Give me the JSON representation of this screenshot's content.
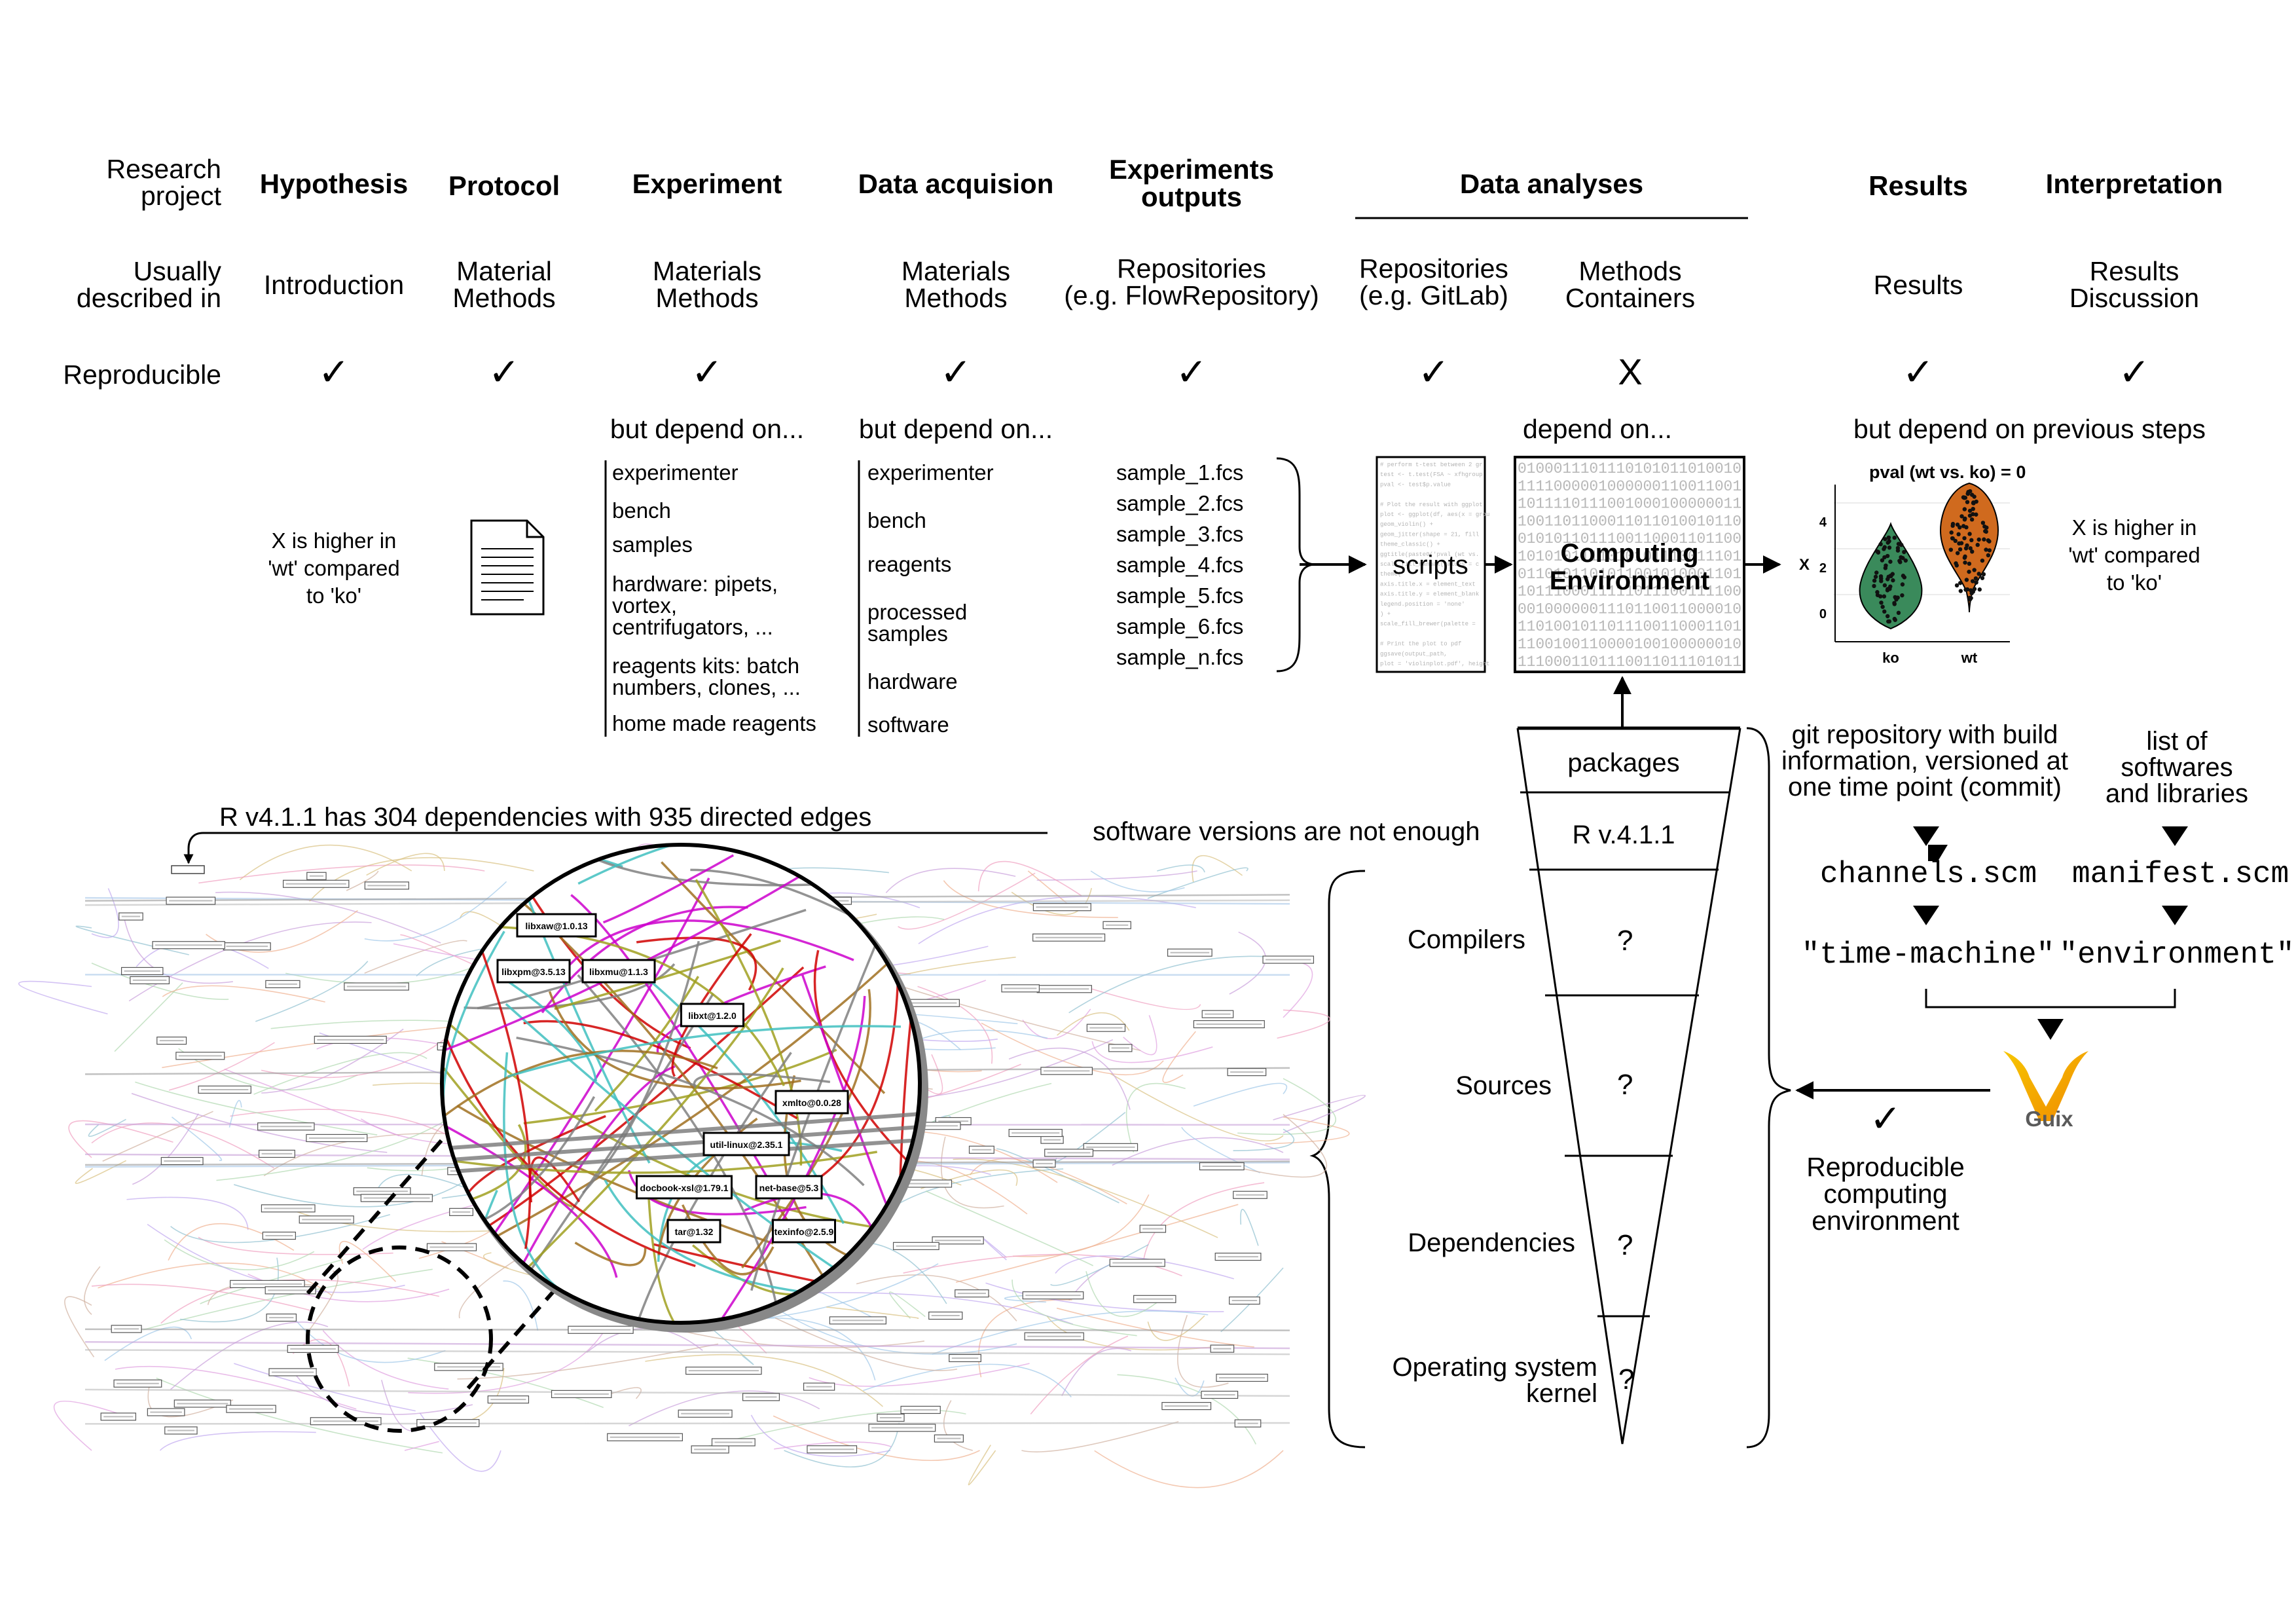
{
  "columns": {
    "row_label": "Research\nproject",
    "hypothesis": "Hypothesis",
    "protocol": "Protocol",
    "experiment": "Experiment",
    "data_acquisition": "Data acquision",
    "experiments_outputs": "Experiments\noutputs",
    "data_analyses": "Data analyses",
    "results": "Results",
    "interpretation": "Interpretation"
  },
  "described": {
    "row_label": "Usually\ndescribed in",
    "hypothesis": "Introduction",
    "protocol": "Material\nMethods",
    "experiment": "Materials\nMethods",
    "data_acquisition": "Materials\nMethods",
    "experiments_outputs": "Repositories\n(e.g. FlowRepository)",
    "analyses_scripts": "Repositories\n(e.g. GitLab)",
    "analyses_env": "Methods\nContainers",
    "results": "Results",
    "interpretation": "Results\nDiscussion"
  },
  "reproducible": {
    "row_label": "Reproducible",
    "check": "✓",
    "cross": "X"
  },
  "depend": {
    "experiment": "but depend on...",
    "data_acquisition": "but depend on...",
    "analyses": "depend on...",
    "results": "but depend on previous steps"
  },
  "experiment_items": [
    "experimenter",
    "bench",
    "samples",
    "hardware: pipets,\nvortex,\ncentrifugators, ...",
    "reagents kits: batch\nnumbers, clones, ...",
    "home made reagents"
  ],
  "acquisition_items": [
    "experimenter",
    "bench",
    "reagents",
    "processed\nsamples",
    "hardware",
    "software"
  ],
  "sample_files": [
    "sample_1.fcs",
    "sample_2.fcs",
    "sample_3.fcs",
    "sample_4.fcs",
    "sample_5.fcs",
    "sample_6.fcs",
    "sample_n.fcs"
  ],
  "hypothesis_text": "X is higher in\n'wt' compared\nto 'ko'",
  "interpretation_text": "X is higher in\n'wt' compared\nto 'ko'",
  "scripts_label": "scripts",
  "computing_env_label": "Computing\nEnvironment",
  "binary_lines": [
    "0100011101110101011010010",
    "1111000001000000110011001",
    "1011110111001000100000011",
    "1001101100011011010010110",
    "0101011011100110001101100",
    "1010101111010101110011101",
    "0110101101011001010001101",
    "1011100011111011100111100",
    "0010000001110110011000010",
    "1101001011011100110001101",
    "1100100110000100100000010",
    "1110001101110011011101011"
  ],
  "script_lines": [
    "# perform t-test between 2 gr",
    "test <- t.test(FSA ~ xfhgroup",
    "pval <- test$p.value",
    "",
    "# Plot the result with ggplot",
    "plot <- ggplot(df, aes(x = grou",
    "  geom_violin() +",
    "  geom_jitter(shape = 21, fill",
    "  theme_classic() +",
    "  ggtitle(paste0('pval (wt vs.",
    "  scale_fill_manual(values = c",
    "  theme(",
    "    axis.title.x = element_text",
    "    axis.title.y = element_blank",
    "    legend.position = 'none'",
    "  ) +",
    "  scale_fill_brewer(palette =",
    "",
    "# Print the plot to pdf",
    "ggsave(output_path,",
    "  plot = 'violinplot.pdf', height"
  ],
  "plot": {
    "title": "pval (wt vs. ko) = 0",
    "ylabel": "X",
    "yticks": [
      "4",
      "2",
      "0"
    ],
    "categories": [
      "ko",
      "wt"
    ],
    "colors": {
      "ko": "#3a8a5b",
      "wt": "#d06a1e"
    }
  },
  "funnel": {
    "packages": "packages",
    "r_version": "R v.4.1.1",
    "unknown": "?",
    "layers": [
      "Compilers",
      "Sources",
      "Dependencies",
      "Operating system\nkernel"
    ]
  },
  "graph_caption": "R v4.1.1 has 304 dependencies with 935 directed edges",
  "versions_note": "software versions are not enough",
  "zoom_nodes": [
    "libxaw@1.0.13",
    "libxpm@3.5.13",
    "libxmu@1.1.3",
    "libxt@1.2.0",
    "xmlto@0.0.28",
    "util-linux@2.35.1",
    "docbook-xsl@1.79.1",
    "net-base@5.3",
    "tar@1.32",
    "texinfo@2.5.9"
  ],
  "guix": {
    "git_info": "git repository with build\ninformation, versioned at\none time point (commit)",
    "list_info": "list of\nsoftwares\nand libraries",
    "channels_file": "channels.scm",
    "manifest_file": "manifest.scm",
    "time_machine": "\"time-machine\"",
    "environment": "\"environment\"",
    "logo_text": "Guix",
    "reproducible_env": "Reproducible\ncomputing\nenvironment",
    "logo_colors": [
      "#f7c600",
      "#f08a00"
    ]
  }
}
